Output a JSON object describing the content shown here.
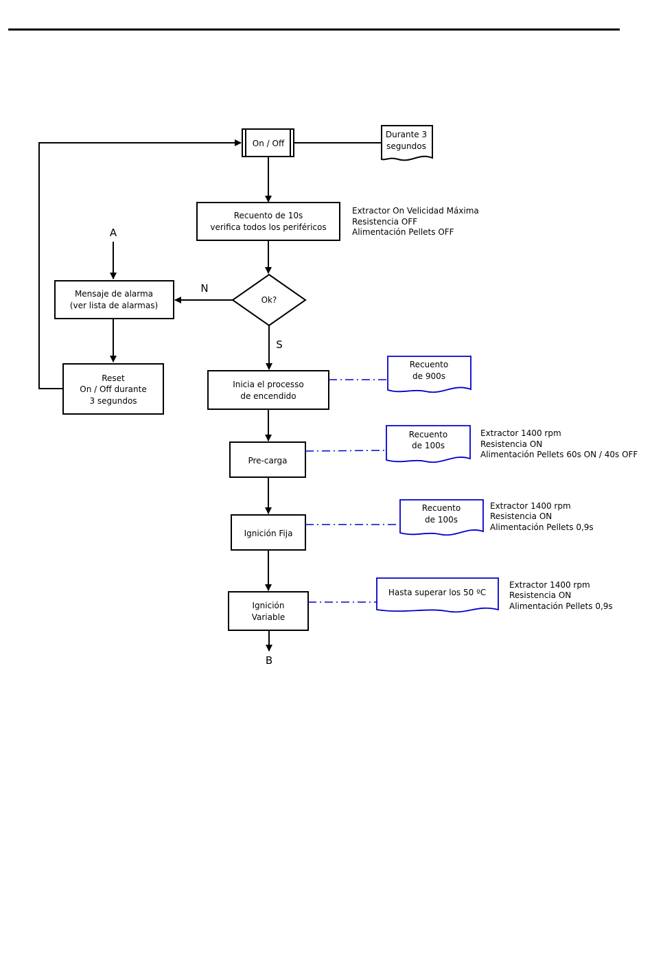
{
  "nodes": {
    "onoff": "On / Off",
    "during": [
      "Durante 3",
      "segundos"
    ],
    "recount10": [
      "Recuento de 10s",
      "verifica todos los periféricos"
    ],
    "ok": "Ok?",
    "alarm": [
      "Mensaje de alarma",
      "(ver lista de alarmas)"
    ],
    "reset": [
      "Reset",
      "On / Off durante",
      "3 segundos"
    ],
    "start": [
      "Inicia el processo",
      "de encendido"
    ],
    "precarga": "Pre-carga",
    "ignfija": "Ignición Fija",
    "ignvar": [
      "Ignición",
      "Variable"
    ]
  },
  "connectors": {
    "a": "A",
    "b": "B",
    "n": "N",
    "s": "S"
  },
  "timers": {
    "t900": [
      "Recuento",
      "de 900s"
    ],
    "t100a": [
      "Recuento",
      "de 100s"
    ],
    "t100b": [
      "Recuento",
      "de 100s"
    ],
    "t50": "Hasta superar los 50 ºC"
  },
  "notes": {
    "check": [
      "Extractor On Velicidad Máxima",
      "Resistencia OFF",
      "Alimentación Pellets OFF"
    ],
    "precarga": [
      "Extractor 1400 rpm",
      "Resistencia ON",
      "Alimentación Pellets 60s ON / 40s OFF"
    ],
    "fija": [
      "Extractor 1400 rpm",
      "Resistencia ON",
      "Alimentación Pellets 0,9s"
    ],
    "variable": [
      "Extractor 1400 rpm",
      "Resistencia ON",
      "Alimentación Pellets 0,9s"
    ]
  },
  "colors": {
    "line": "#000000",
    "timer": "#0000cc"
  }
}
